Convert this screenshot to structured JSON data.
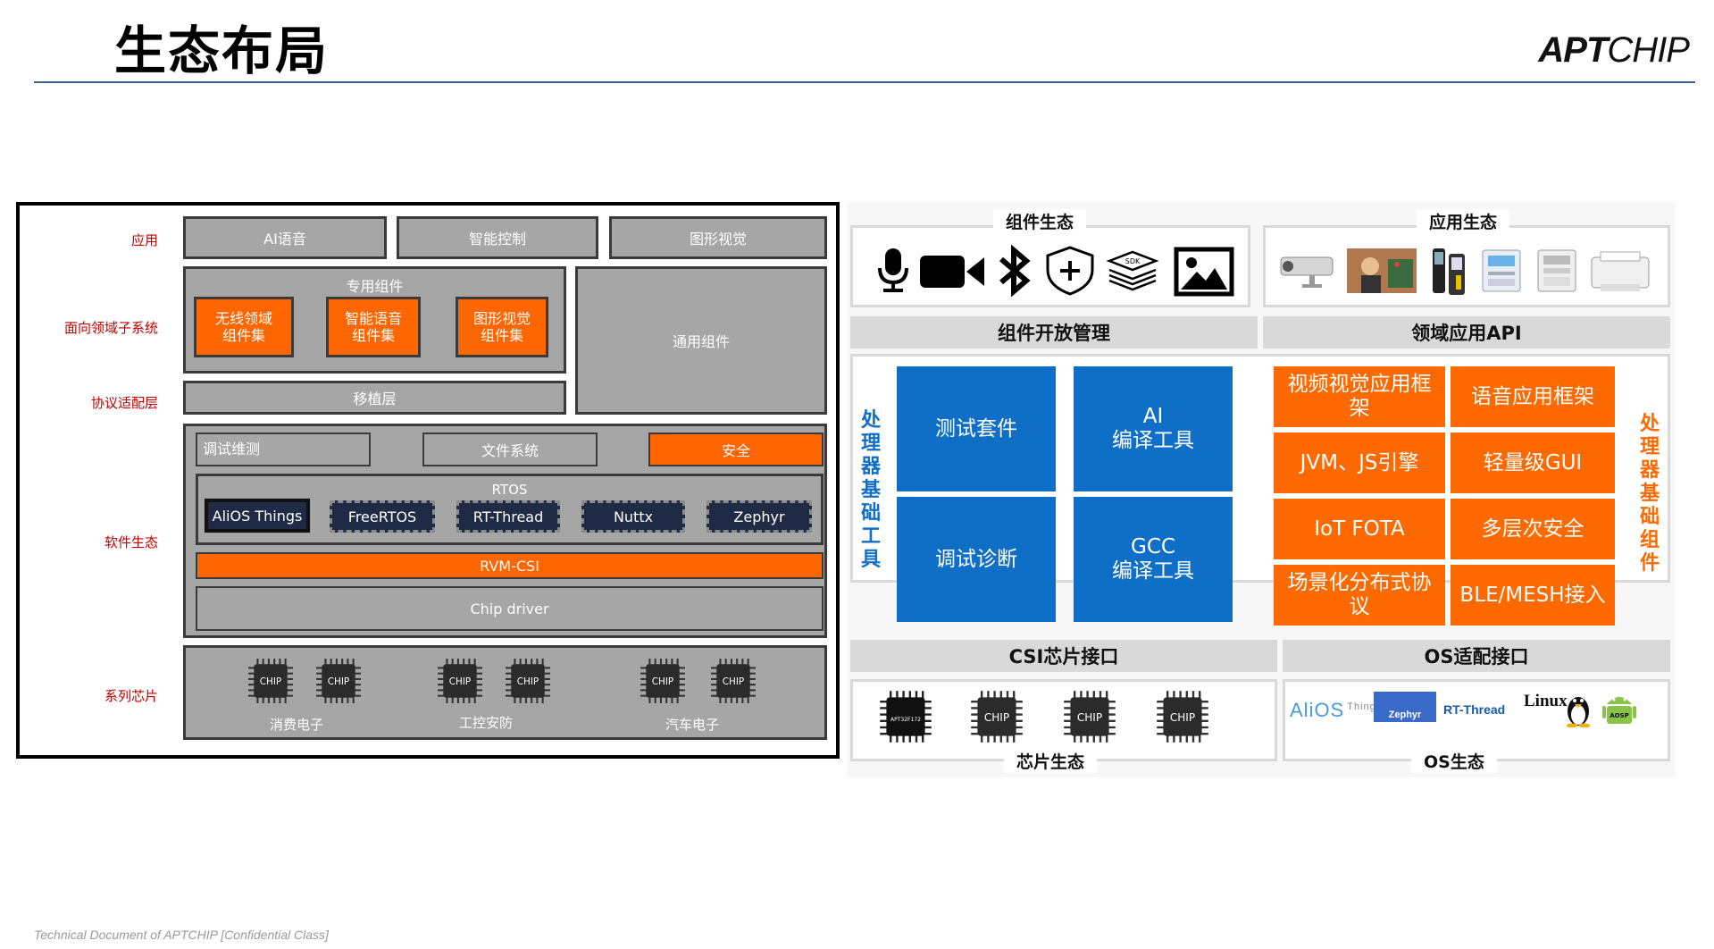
{
  "header": {
    "title": "生态布局",
    "logo": "APTCHIP"
  },
  "footer": "Technical Document of APTCHIP [Confidential Class]",
  "left_diagram": {
    "row_labels": {
      "app": "应用",
      "domain": "面向领域子系统",
      "protocol": "协议适配层",
      "software": "软件生态",
      "chips": "系列芯片"
    },
    "apps": [
      "AI语音",
      "智能控制",
      "图形视觉"
    ],
    "special_components": {
      "title": "专用组件",
      "items": [
        "无线领域\n组件集",
        "智能语音\n组件集",
        "图形视觉\n组件集"
      ]
    },
    "general_components": "通用组件",
    "porting_layer": "移植层",
    "software": {
      "debug": "调试维测",
      "filesystem": "文件系统",
      "security": "安全",
      "rtos_title": "RTOS",
      "rtos": [
        "AliOS Things",
        "FreeRTOS",
        "RT-Thread",
        "Nuttx",
        "Zephyr"
      ],
      "rvm_csi": "RVM-CSI",
      "chip_driver": "Chip driver"
    },
    "chips": {
      "chip_text": "CHIP",
      "groups": [
        "消费电子",
        "工控安防",
        "汽车电子"
      ]
    }
  },
  "right_diagram": {
    "component_eco": {
      "title": "组件生态",
      "icons": [
        "microphone-icon",
        "video-camera-icon",
        "bluetooth-icon",
        "shield-plus-icon",
        "sdk-layers-icon",
        "image-icon"
      ],
      "sdk_text": "SDK"
    },
    "app_eco": {
      "title": "应用生态",
      "products": [
        "security-camera",
        "smart-display",
        "handheld-devices",
        "electric-meter",
        "power-meter",
        "printer"
      ]
    },
    "bar_components": "组件开放管理",
    "bar_api": "领域应用API",
    "left_vertical": "处理器基础工具",
    "right_vertical": "处理器基础组件",
    "blue_tools": [
      "测试套件",
      "AI\n编译工具",
      "调试诊断",
      "GCC\n编译工具"
    ],
    "orange_components": [
      "视频视觉应用框架",
      "语音应用框架",
      "JVM、JS引擎",
      "轻量级GUI",
      "IoT FOTA",
      "多层次安全",
      "场景化分布式协议",
      "BLE/MESH接入"
    ],
    "bar_csi": "CSI芯片接口",
    "bar_os": "OS适配接口",
    "chip_eco": {
      "title": "芯片生态",
      "first_chip": "APT32F172",
      "chip_text": "CHIP"
    },
    "os_eco": {
      "title": "OS生态",
      "logos": [
        "AliOS",
        "Things",
        "Zephyr",
        "RT-Thread",
        "Linux",
        "AOSP"
      ]
    },
    "colors": {
      "blue": "#0f6fc6",
      "orange": "#ff6a00",
      "gray_bar": "#d9d9d9"
    }
  }
}
